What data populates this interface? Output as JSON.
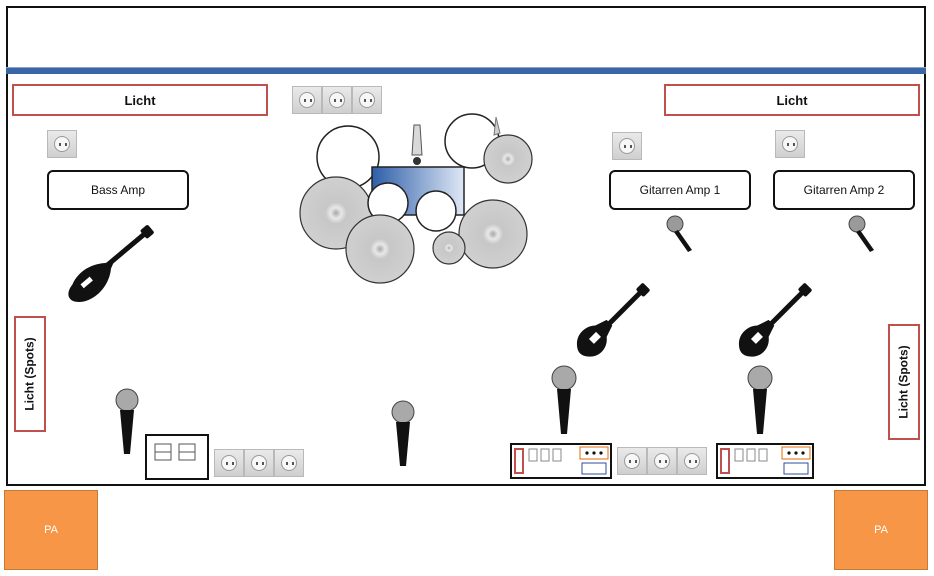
{
  "lights": {
    "left_label": "Licht",
    "right_label": "Licht",
    "left_spots_label": "Licht (Spots)",
    "right_spots_label": "Licht (Spots)"
  },
  "amps": {
    "bass": "Bass Amp",
    "guitar1": "Gitarren Amp 1",
    "guitar2": "Gitarren Amp 2"
  },
  "pa": {
    "left": "PA",
    "right": "PA"
  },
  "icons": [
    "power-outlet-icon",
    "bass-guitar-icon",
    "electric-guitar-icon",
    "microphone-icon",
    "drum-kit-icon",
    "pedalboard-icon",
    "di-box-icon"
  ],
  "colors": {
    "light_border": "#c0504d",
    "stage_bar": "#3a66a8",
    "pa_fill": "#f79646",
    "drum_shell": "#3c6fb2"
  }
}
